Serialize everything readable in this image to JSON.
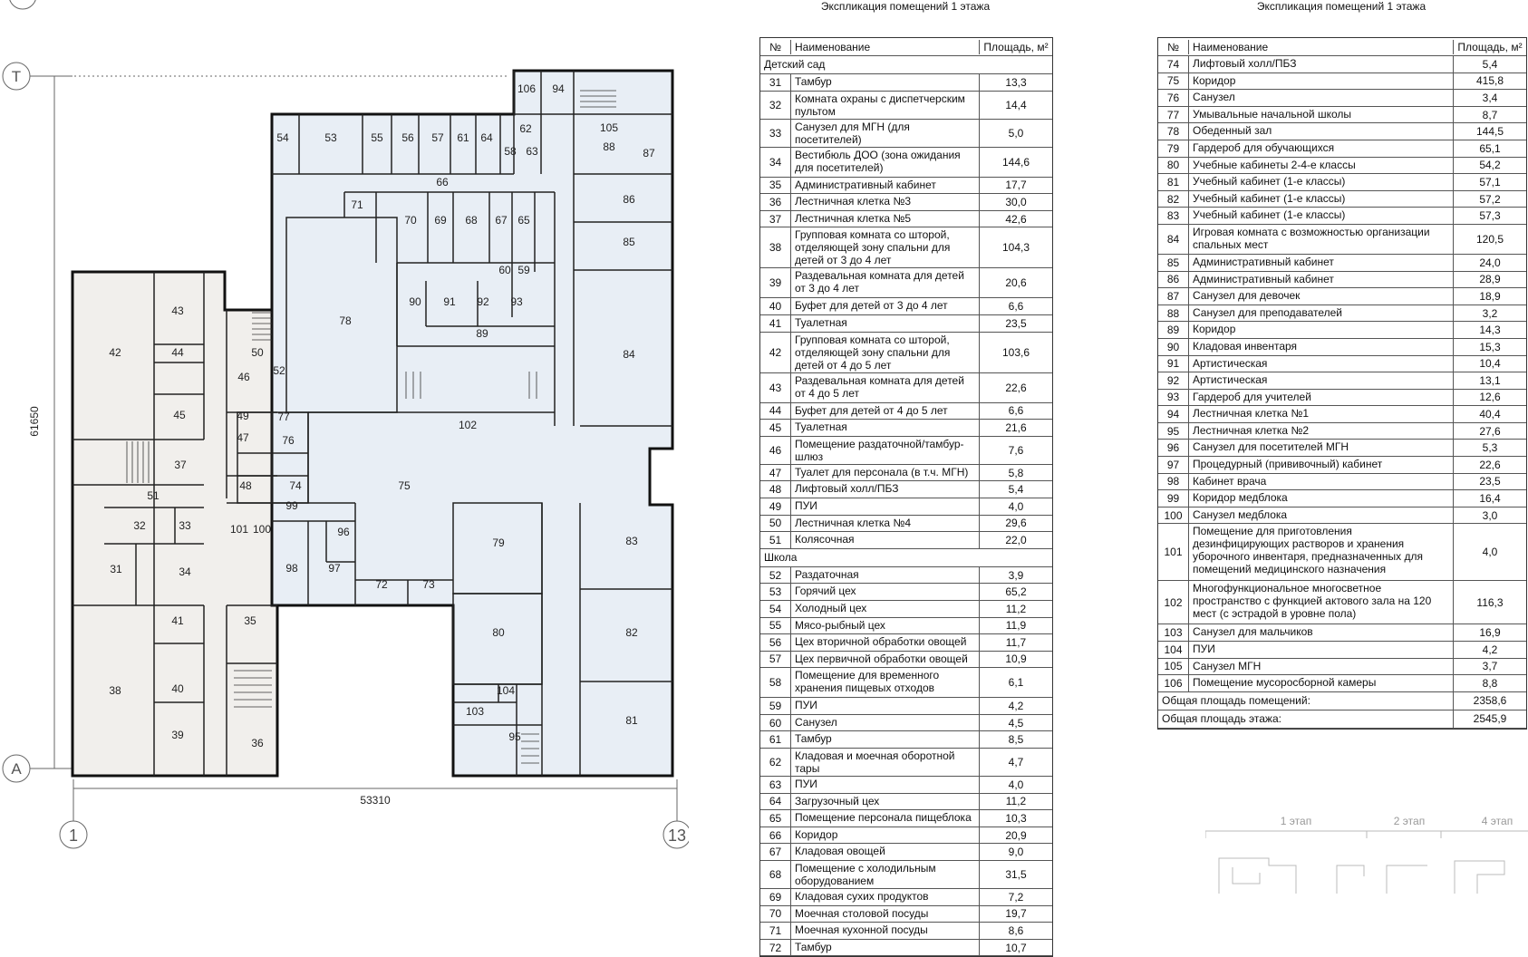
{
  "plan": {
    "axes": {
      "top_letter": "Т",
      "bottom_letter": "А",
      "left_number": "1",
      "right_number": "13"
    },
    "dims": {
      "width": "53310",
      "height": "61650"
    },
    "rooms": [
      {
        "n": "106"
      },
      {
        "n": "94"
      },
      {
        "n": "105"
      },
      {
        "n": "88"
      },
      {
        "n": "87"
      },
      {
        "n": "62"
      },
      {
        "n": "58"
      },
      {
        "n": "63"
      },
      {
        "n": "54"
      },
      {
        "n": "53"
      },
      {
        "n": "55"
      },
      {
        "n": "56"
      },
      {
        "n": "57"
      },
      {
        "n": "61"
      },
      {
        "n": "64"
      },
      {
        "n": "66"
      },
      {
        "n": "71"
      },
      {
        "n": "70"
      },
      {
        "n": "69"
      },
      {
        "n": "68"
      },
      {
        "n": "67"
      },
      {
        "n": "65"
      },
      {
        "n": "86"
      },
      {
        "n": "85"
      },
      {
        "n": "60"
      },
      {
        "n": "59"
      },
      {
        "n": "90"
      },
      {
        "n": "91"
      },
      {
        "n": "92"
      },
      {
        "n": "93"
      },
      {
        "n": "89"
      },
      {
        "n": "78"
      },
      {
        "n": "84"
      },
      {
        "n": "43"
      },
      {
        "n": "42"
      },
      {
        "n": "44"
      },
      {
        "n": "50"
      },
      {
        "n": "46"
      },
      {
        "n": "52"
      },
      {
        "n": "45"
      },
      {
        "n": "49"
      },
      {
        "n": "77"
      },
      {
        "n": "47"
      },
      {
        "n": "76"
      },
      {
        "n": "102"
      },
      {
        "n": "37"
      },
      {
        "n": "48"
      },
      {
        "n": "74"
      },
      {
        "n": "75"
      },
      {
        "n": "51"
      },
      {
        "n": "99"
      },
      {
        "n": "32"
      },
      {
        "n": "33"
      },
      {
        "n": "101"
      },
      {
        "n": "100"
      },
      {
        "n": "96"
      },
      {
        "n": "79"
      },
      {
        "n": "83"
      },
      {
        "n": "31"
      },
      {
        "n": "34"
      },
      {
        "n": "98"
      },
      {
        "n": "97"
      },
      {
        "n": "72"
      },
      {
        "n": "73"
      },
      {
        "n": "41"
      },
      {
        "n": "35"
      },
      {
        "n": "80"
      },
      {
        "n": "82"
      },
      {
        "n": "38"
      },
      {
        "n": "40"
      },
      {
        "n": "104"
      },
      {
        "n": "103"
      },
      {
        "n": "39"
      },
      {
        "n": "36"
      },
      {
        "n": "81"
      },
      {
        "n": "95"
      }
    ]
  },
  "table1": {
    "title": "Экспликация помещений 1 этажа",
    "headers": {
      "no": "№",
      "name": "Наименование",
      "area": "Площадь, м²"
    },
    "sections": [
      {
        "label": "Детский сад",
        "rows": [
          {
            "no": "31",
            "name": "Тамбур",
            "area": "13,3"
          },
          {
            "no": "32",
            "name": "Комната охраны с диспетчерским пультом",
            "area": "14,4"
          },
          {
            "no": "33",
            "name": "Санузел для МГН (для посетителей)",
            "area": "5,0"
          },
          {
            "no": "34",
            "name": "Вестибюль ДОО (зона ожидания для посетителей)",
            "area": "144,6"
          },
          {
            "no": "35",
            "name": "Административный кабинет",
            "area": "17,7"
          },
          {
            "no": "36",
            "name": "Лестничная клетка №3",
            "area": "30,0"
          },
          {
            "no": "37",
            "name": "Лестничная клетка №5",
            "area": "42,6"
          },
          {
            "no": "38",
            "name": "Групповая комната со шторой, отделяющей зону спальни для детей от 3 до 4 лет",
            "area": "104,3"
          },
          {
            "no": "39",
            "name": "Раздевальная комната для детей от 3 до 4 лет",
            "area": "20,6"
          },
          {
            "no": "40",
            "name": "Буфет для детей от 3 до 4 лет",
            "area": "6,6"
          },
          {
            "no": "41",
            "name": "Туалетная",
            "area": "23,5"
          },
          {
            "no": "42",
            "name": "Групповая комната со шторой, отделяющей зону спальни для детей от 4 до 5 лет",
            "area": "103,6"
          },
          {
            "no": "43",
            "name": "Раздевальная комната для детей от 4 до 5 лет",
            "area": "22,6"
          },
          {
            "no": "44",
            "name": "Буфет для детей от 4 до 5 лет",
            "area": "6,6"
          },
          {
            "no": "45",
            "name": "Туалетная",
            "area": "21,6"
          },
          {
            "no": "46",
            "name": "Помещение раздаточной/тамбур-шлюз",
            "area": "7,6"
          },
          {
            "no": "47",
            "name": "Туалет для персонала (в т.ч. МГН)",
            "area": "5,8"
          },
          {
            "no": "48",
            "name": "Лифтовый холл/ПБЗ",
            "area": "5,4"
          },
          {
            "no": "49",
            "name": "ПУИ",
            "area": "4,0"
          },
          {
            "no": "50",
            "name": "Лестничная клетка №4",
            "area": "29,6"
          },
          {
            "no": "51",
            "name": "Колясочная",
            "area": "22,0"
          }
        ]
      },
      {
        "label": "Школа",
        "rows": [
          {
            "no": "52",
            "name": "Раздаточная",
            "area": "3,9"
          },
          {
            "no": "53",
            "name": "Горячий цех",
            "area": "65,2"
          },
          {
            "no": "54",
            "name": "Холодный цех",
            "area": "11,2"
          },
          {
            "no": "55",
            "name": "Мясо-рыбный цех",
            "area": "11,9"
          },
          {
            "no": "56",
            "name": "Цех вторичной обработки овощей",
            "area": "11,7"
          },
          {
            "no": "57",
            "name": "Цех первичной обработки овощей",
            "area": "10,9"
          },
          {
            "no": "58",
            "name": "Помещение для временного хранения пищевых отходов",
            "area": "6,1"
          },
          {
            "no": "59",
            "name": "ПУИ",
            "area": "4,2"
          },
          {
            "no": "60",
            "name": "Санузел",
            "area": "4,5"
          },
          {
            "no": "61",
            "name": "Тамбур",
            "area": "8,5"
          },
          {
            "no": "62",
            "name": "Кладовая и моечная оборотной тары",
            "area": "4,7"
          },
          {
            "no": "63",
            "name": "ПУИ",
            "area": "4,0"
          },
          {
            "no": "64",
            "name": "Загрузочный цех",
            "area": "11,2"
          },
          {
            "no": "65",
            "name": "Помещение персонала пищеблока",
            "area": "10,3"
          },
          {
            "no": "66",
            "name": "Коридор",
            "area": "20,9"
          },
          {
            "no": "67",
            "name": "Кладовая овощей",
            "area": "9,0"
          },
          {
            "no": "68",
            "name": "Помещение с холодильным оборудованием",
            "area": "31,5"
          },
          {
            "no": "69",
            "name": "Кладовая сухих продуктов",
            "area": "7,2"
          },
          {
            "no": "70",
            "name": "Моечная столовой посуды",
            "area": "19,7"
          },
          {
            "no": "71",
            "name": "Моечная кухонной посуды",
            "area": "8,6"
          },
          {
            "no": "72",
            "name": "Тамбур",
            "area": "10,7"
          }
        ]
      }
    ]
  },
  "table2": {
    "title": "Экспликация помещений 1 этажа",
    "headers": {
      "no": "№",
      "name": "Наименование",
      "area": "Площадь, м²"
    },
    "rows": [
      {
        "no": "74",
        "name": "Лифтовый холл/ПБЗ",
        "area": "5,4"
      },
      {
        "no": "75",
        "name": "Коридор",
        "area": "415,8"
      },
      {
        "no": "76",
        "name": "Санузел",
        "area": "3,4"
      },
      {
        "no": "77",
        "name": "Умывальные начальной школы",
        "area": "8,7"
      },
      {
        "no": "78",
        "name": "Обеденный зал",
        "area": "144,5"
      },
      {
        "no": "79",
        "name": "Гардероб для обучающихся",
        "area": "65,1"
      },
      {
        "no": "80",
        "name": "Учебные кабинеты 2-4-е классы",
        "area": "54,2"
      },
      {
        "no": "81",
        "name": "Учебный кабинет (1-е классы)",
        "area": "57,1"
      },
      {
        "no": "82",
        "name": "Учебный кабинет (1-е классы)",
        "area": "57,2"
      },
      {
        "no": "83",
        "name": "Учебный кабинет (1-е классы)",
        "area": "57,3"
      },
      {
        "no": "84",
        "name": "Игровая комната с возможностью организации спальных мест",
        "area": "120,5"
      },
      {
        "no": "85",
        "name": "Административный кабинет",
        "area": "24,0"
      },
      {
        "no": "86",
        "name": "Административный кабинет",
        "area": "28,9"
      },
      {
        "no": "87",
        "name": "Санузел для девочек",
        "area": "18,9"
      },
      {
        "no": "88",
        "name": "Санузел для преподавателей",
        "area": "3,2"
      },
      {
        "no": "89",
        "name": "Коридор",
        "area": "14,3"
      },
      {
        "no": "90",
        "name": "Кладовая инвентаря",
        "area": "15,3"
      },
      {
        "no": "91",
        "name": "Артистическая",
        "area": "10,4"
      },
      {
        "no": "92",
        "name": "Артистическая",
        "area": "13,1"
      },
      {
        "no": "93",
        "name": "Гардероб для учителей",
        "area": "12,6"
      },
      {
        "no": "94",
        "name": "Лестничная клетка №1",
        "area": "40,4"
      },
      {
        "no": "95",
        "name": "Лестничная клетка №2",
        "area": "27,6"
      },
      {
        "no": "96",
        "name": "Санузел для посетителей МГН",
        "area": "5,3"
      },
      {
        "no": "97",
        "name": "Процедурный (прививочный) кабинет",
        "area": "22,6"
      },
      {
        "no": "98",
        "name": "Кабинет врача",
        "area": "23,5"
      },
      {
        "no": "99",
        "name": "Коридор медблока",
        "area": "16,4"
      },
      {
        "no": "100",
        "name": "Санузел медблока",
        "area": "3,0"
      },
      {
        "no": "101",
        "name": "Помещение для приготовления дезинфицирующих растворов и хранения уборочного инвентаря, предназначенных для помещений медицинского назначения",
        "area": "4,0"
      },
      {
        "no": "102",
        "name": "Многофункциональное многосветное пространство с функцией актового зала на 120 мест (с эстрадой в уровне пола)",
        "area": "116,3"
      },
      {
        "no": "103",
        "name": "Санузел для мальчиков",
        "area": "16,9"
      },
      {
        "no": "104",
        "name": "ПУИ",
        "area": "4,2"
      },
      {
        "no": "105",
        "name": "Санузел МГН",
        "area": "3,7"
      },
      {
        "no": "106",
        "name": "Помещение мусоросборной камеры",
        "area": "8,8"
      }
    ],
    "totals": [
      {
        "label": "Общая площадь помещений:",
        "value": "2358,6"
      },
      {
        "label": "Общая площадь этажа:",
        "value": "2545,9"
      }
    ]
  },
  "minimap": {
    "labels": [
      "1 этап",
      "2 этап",
      "4 этап"
    ]
  },
  "colors": {
    "school_fill": "#e8eef5",
    "kindergarten_fill": "#f1efec",
    "wall": "#111111"
  }
}
